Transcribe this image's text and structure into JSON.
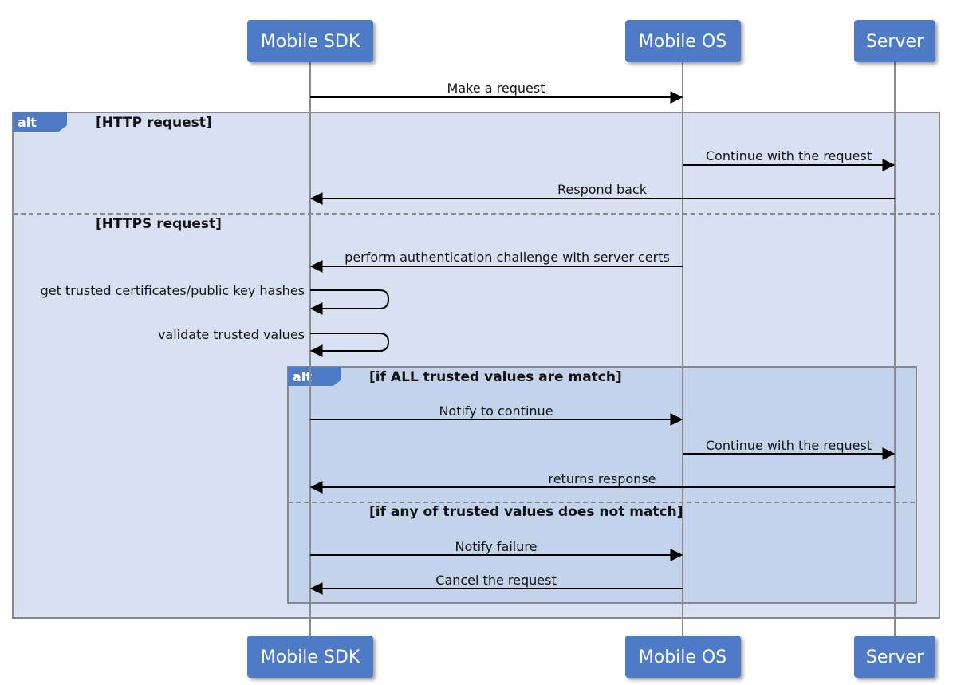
{
  "participants": [
    {
      "id": "sdk",
      "name": "Mobile SDK"
    },
    {
      "id": "os",
      "name": "Mobile OS"
    },
    {
      "id": "server",
      "name": "Server"
    }
  ],
  "messages": [
    {
      "from": "sdk",
      "to": "os",
      "text": "Make a request"
    },
    {
      "from": "os",
      "to": "server",
      "text": "Continue with the request"
    },
    {
      "from": "server",
      "to": "sdk",
      "text": "Respond back"
    },
    {
      "from": "os",
      "to": "sdk",
      "text": "perform authentication challenge with server certs"
    },
    {
      "from": "sdk",
      "to": "sdk",
      "text": "get trusted certificates/public key hashes"
    },
    {
      "from": "sdk",
      "to": "sdk",
      "text": "validate trusted values"
    },
    {
      "from": "sdk",
      "to": "os",
      "text": "Notify to continue"
    },
    {
      "from": "os",
      "to": "server",
      "text": "Continue with the request"
    },
    {
      "from": "server",
      "to": "sdk",
      "text": "returns response"
    },
    {
      "from": "sdk",
      "to": "os",
      "text": "Notify failure"
    },
    {
      "from": "os",
      "to": "sdk",
      "text": "Cancel the request"
    }
  ],
  "fragments": {
    "outer": {
      "keyword": "alt",
      "guards": [
        "[HTTP request]",
        "[HTTPS request]"
      ]
    },
    "inner": {
      "keyword": "alt",
      "guards": [
        "[if ALL trusted values are match]",
        "[if any of trusted values does not match]"
      ]
    }
  },
  "colors": {
    "actor_fill": "#4f7ac6",
    "actor_text": "#ffffff",
    "outer_fill": "#d8e1f2",
    "inner_fill": "#c4d3ec",
    "frame_border": "#888888",
    "lifeline": "#8a8a8a",
    "arrow": "#000000",
    "alt_tag": "#4f7ac6"
  }
}
